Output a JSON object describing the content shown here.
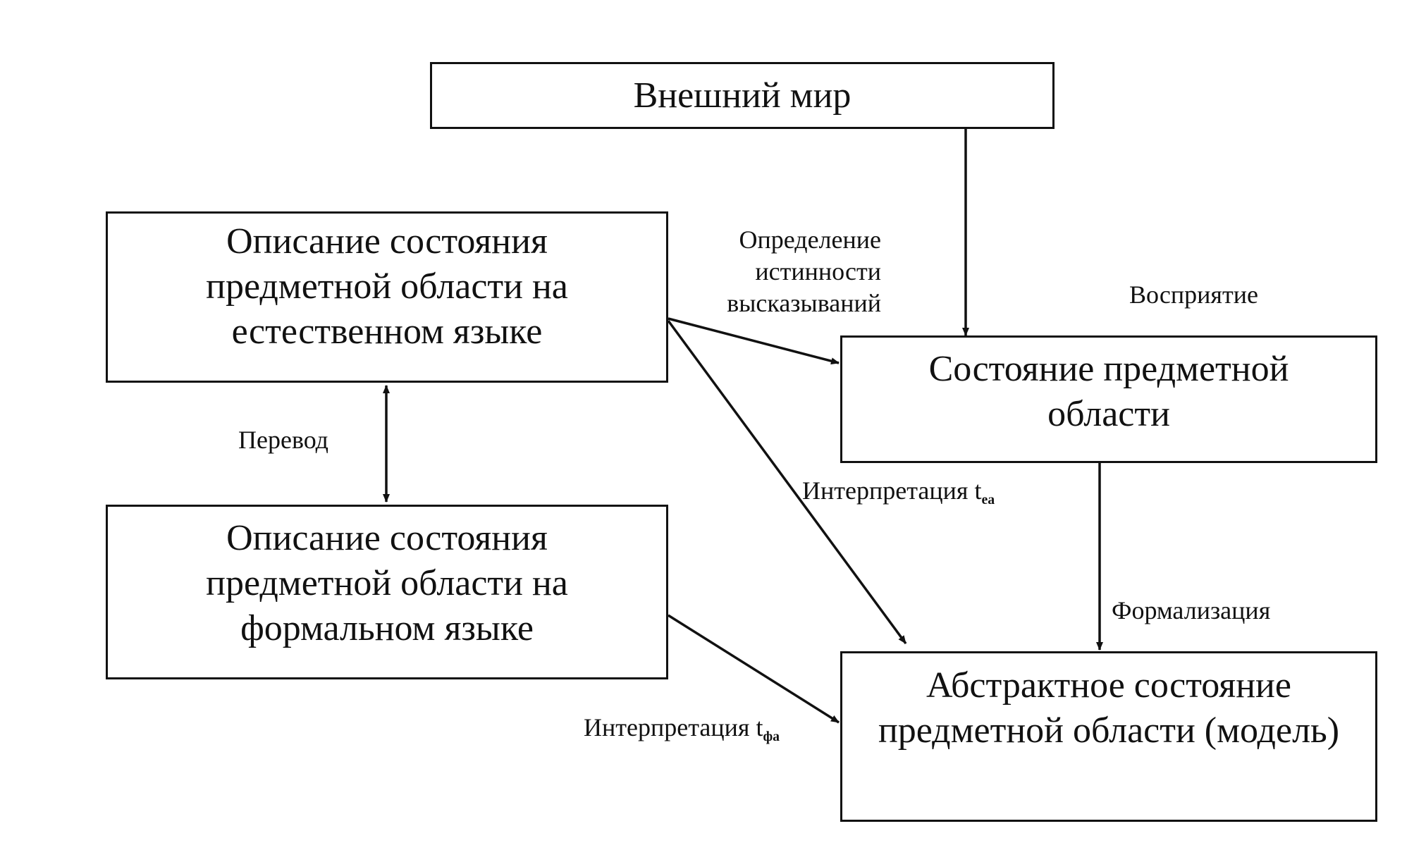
{
  "diagram": {
    "nodes": {
      "external_world": {
        "lines": [
          "Внешний мир"
        ]
      },
      "natural_language_description": {
        "lines": [
          "Описание состояния",
          "предметной области на",
          "естественном языке"
        ]
      },
      "domain_state": {
        "lines": [
          "Состояние предметной",
          "области"
        ]
      },
      "formal_language_description": {
        "lines": [
          "Описание состояния",
          "предметной области на",
          "формальном языке"
        ]
      },
      "abstract_state": {
        "lines": [
          "Абстрактное состояние",
          "предметной области (модель)"
        ]
      }
    },
    "edges": {
      "truth_determination": {
        "lines": [
          "Определение",
          "истинности",
          "высказываний"
        ]
      },
      "perception": {
        "text": "Восприятие"
      },
      "translation": {
        "text": "Перевод"
      },
      "interpretation_ea": {
        "text": "Интерпретация t",
        "subscript": "еа"
      },
      "formalization": {
        "text": "Формализация"
      },
      "interpretation_fa": {
        "text": "Интерпретация t",
        "subscript": "фа"
      }
    },
    "colors": {
      "line": "#111111",
      "background": "#ffffff"
    }
  }
}
